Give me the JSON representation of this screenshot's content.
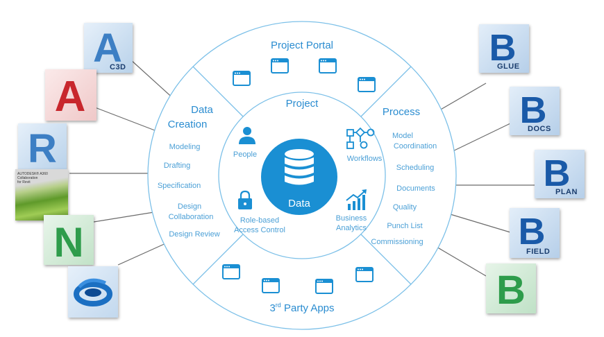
{
  "ring": {
    "top_title": "Project Portal",
    "bottom_title_main": "3",
    "bottom_title_sup": "rd",
    "bottom_title_rest": " Party Apps"
  },
  "inner": {
    "title": "Project",
    "center_label": "Data",
    "people": "People",
    "workflows": "Workflows",
    "access_line1": "Role-based",
    "access_line2": "Access Control",
    "analytics_line1": "Business",
    "analytics_line2": "Analytics"
  },
  "left_section": {
    "title_line1": "Data",
    "title_line2": "Creation",
    "items": [
      "Modeling",
      "Drafting",
      "Specification",
      "Design",
      "Collaboration",
      "Design Review"
    ]
  },
  "right_section": {
    "title": "Process",
    "items": [
      "Model",
      "Coordination",
      "Scheduling",
      "Documents",
      "Quality",
      "Punch List",
      "Commissioning"
    ]
  },
  "left_tiles": [
    {
      "letter": "A",
      "sub": "C3D",
      "icon": "autocad-civil-3d-icon",
      "color": "#3d7fc4"
    },
    {
      "letter": "A",
      "sub": "",
      "icon": "autocad-icon",
      "color": "#c8272d"
    },
    {
      "letter": "R",
      "sub": "",
      "icon": "revit-icon",
      "color": "#3d7fc4"
    },
    {
      "letter": "",
      "sub": "",
      "icon": "a360-collaboration-for-revit-icon",
      "color": "#8cbf3f",
      "text_line1": "AUTODESK® A360",
      "text_line2": "Collaboration",
      "text_line3": "for Revit"
    },
    {
      "letter": "N",
      "sub": "",
      "icon": "navisworks-icon",
      "color": "#2e9c4b"
    },
    {
      "letter": "",
      "sub": "",
      "icon": "autodesk-swirl-icon",
      "color": "#1b6fc2"
    }
  ],
  "right_tiles": [
    {
      "letter": "B",
      "sub": "GLUE",
      "icon": "bim360-glue-icon",
      "color": "#1a5aa8"
    },
    {
      "letter": "B",
      "sub": "DOCS",
      "icon": "bim360-docs-icon",
      "color": "#1a5aa8"
    },
    {
      "letter": "B",
      "sub": "PLAN",
      "icon": "bim360-plan-icon",
      "color": "#1a5aa8"
    },
    {
      "letter": "B",
      "sub": "FIELD",
      "icon": "bim360-field-icon",
      "color": "#1a5aa8"
    },
    {
      "letter": "B",
      "sub": "",
      "icon": "bim360-icon",
      "color": "#2e9c4b"
    }
  ],
  "colors": {
    "accent": "#1a8fd3",
    "ring_line": "#7cc0e8",
    "connector": "#6b6b6b",
    "text": "#4a9fd6"
  }
}
